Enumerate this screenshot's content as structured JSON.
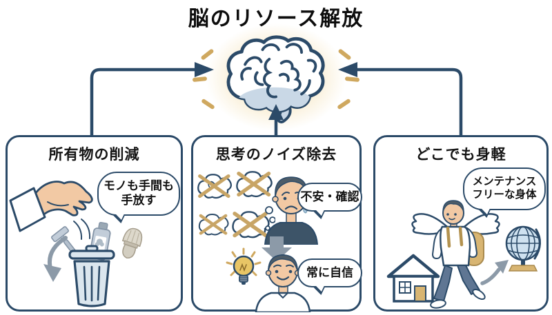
{
  "title": "脳のリソース解放",
  "colors": {
    "outline_navy": "#2b4a68",
    "tan_accent": "#cfa85f",
    "glow_cream": "#f3deac",
    "arrow_gray": "#8c9aa8",
    "skin": "#f2c9a4",
    "hair": "#4d5c68",
    "bulb_yellow": "#e8c565",
    "light_blue_fill": "#dbe6ee",
    "backpack_tan": "#d8b572",
    "pants_blue": "#5f7693",
    "dark_shirt": "#3d5468"
  },
  "center": {
    "icon": "brain-icon"
  },
  "sections": [
    {
      "title": "所有物の削減",
      "bubble_lines": [
        "モノも手間も",
        "手放す"
      ],
      "icons": [
        "open-hand-icon",
        "razor-icon",
        "shaving-foam-icon",
        "shaving-brush-icon",
        "curved-down-arrow-icon",
        "trash-can-icon"
      ]
    },
    {
      "title": "思考のノイズ除去",
      "bubble_anxiety": "不安・確認",
      "bubble_confidence": "常に自信",
      "icons": [
        "crossed-thought-clouds-icon",
        "worried-person-icon",
        "down-arrow-icon",
        "lightbulb-icon",
        "confident-person-icon"
      ]
    },
    {
      "title": "どこでも身軽",
      "bubble_lines": [
        "メンテナンス",
        "フリーな身体"
      ],
      "icons": [
        "winged-traveler-icon",
        "house-icon",
        "globe-icon",
        "curved-up-arrow-icon"
      ]
    }
  ]
}
